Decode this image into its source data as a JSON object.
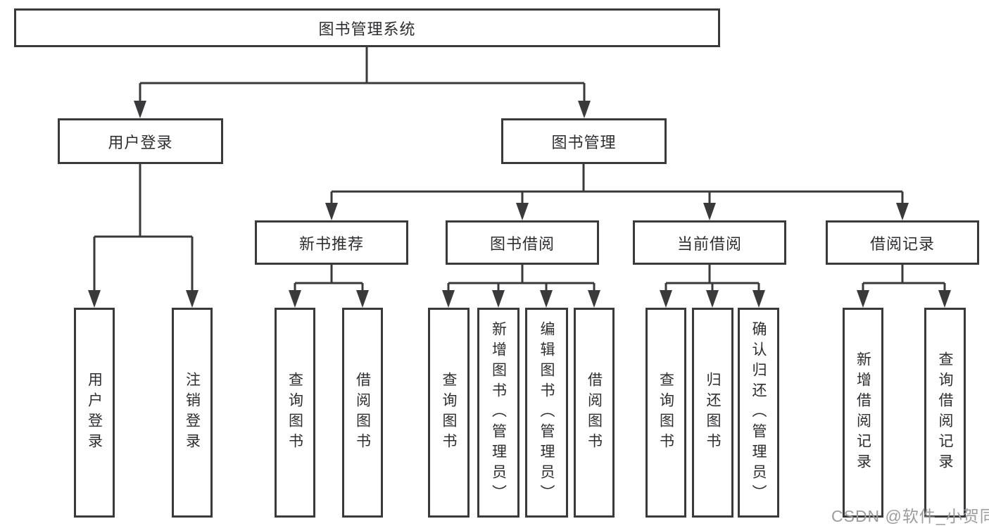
{
  "colors": {
    "line": "#3a3a3c",
    "text": "#2e2e30",
    "background": "#ffffff",
    "watermark": "#9c9c9c"
  },
  "watermark": "CSDN @软件_小贺同学",
  "tree": {
    "label": "图书管理系统",
    "children": [
      {
        "label": "用户登录",
        "children": [
          {
            "label": "用户登录"
          },
          {
            "label": "注销登录"
          }
        ]
      },
      {
        "label": "图书管理",
        "children": [
          {
            "label": "新书推荐",
            "children": [
              {
                "label": "查询图书"
              },
              {
                "label": "借阅图书"
              }
            ]
          },
          {
            "label": "图书借阅",
            "children": [
              {
                "label": "查询图书"
              },
              {
                "label": "新增图书（管理员）"
              },
              {
                "label": "编辑图书（管理员）"
              },
              {
                "label": "借阅图书"
              }
            ]
          },
          {
            "label": "当前借阅",
            "children": [
              {
                "label": "查询图书"
              },
              {
                "label": "归还图书"
              },
              {
                "label": "确认归还（管理员）"
              }
            ]
          },
          {
            "label": "借阅记录",
            "children": [
              {
                "label": "新增借阅记录"
              },
              {
                "label": "查询借阅记录"
              }
            ]
          }
        ]
      }
    ]
  }
}
